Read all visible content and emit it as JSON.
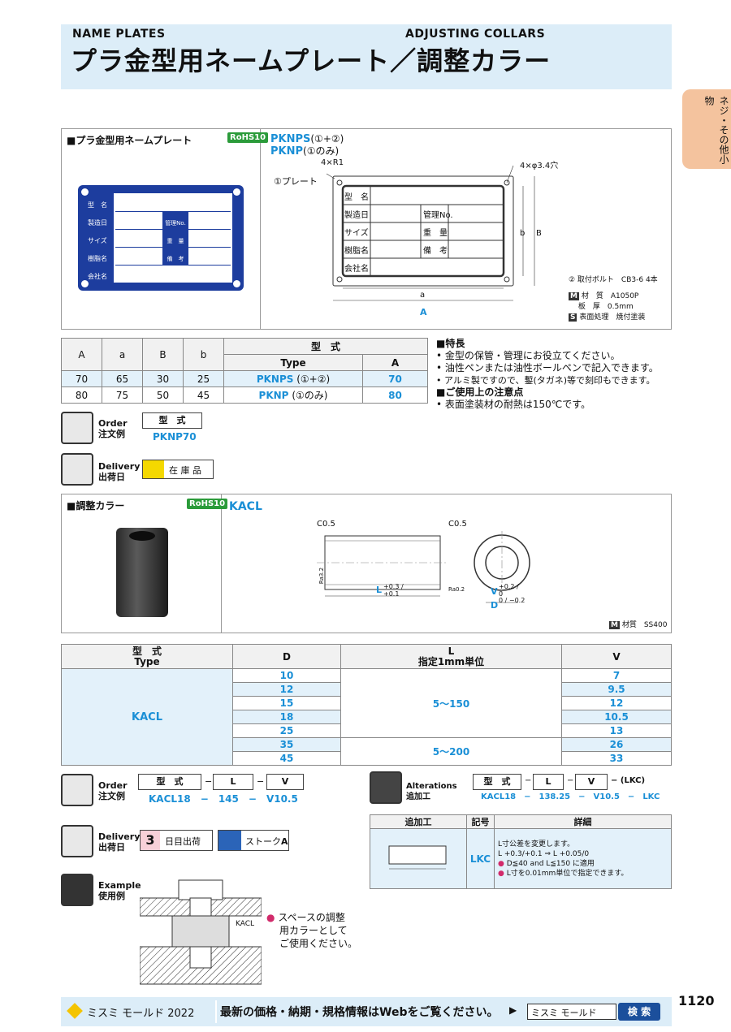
{
  "header": {
    "en_left": "NAME  PLATES",
    "en_right": "ADJUSTING  COLLARS",
    "title": "プラ金型用ネームプレート／調整カラー"
  },
  "side_tab": "ネジ・その他小物",
  "nameplate": {
    "section_title": "■プラ金型用ネームプレート",
    "rohs": "RoHS10",
    "code1": "PKNPS",
    "code1_sfx": "(①+②)",
    "code2": "PKNP",
    "code2_sfx": "(①のみ)",
    "plate_label": "①プレート",
    "r_label": "4×R1",
    "hole_label": "4×φ3.4穴",
    "fields_left": [
      "型　名",
      "製造日",
      "サイズ",
      "樹脂名",
      "会社名"
    ],
    "fields_right": [
      "管理No.",
      "重　量",
      "備　考"
    ],
    "dim_a": "a",
    "dim_A": "A",
    "dim_b": "b",
    "dim_B": "B",
    "bolt_note": "② 取付ボルト　CB3-6  4本",
    "spec": [
      {
        "k": "材　質",
        "v": "A1050P"
      },
      {
        "k": "板　厚",
        "v": "0.5mm"
      },
      {
        "k": "表面処理",
        "v": "焼付塗装"
      }
    ],
    "table": {
      "cols": [
        "A",
        "a",
        "B",
        "b"
      ],
      "type_hdr": "型　式",
      "type_sub": "Type",
      "a_hdr": "A",
      "rows": [
        {
          "v": [
            "70",
            "65",
            "30",
            "25"
          ],
          "type": "PKNPS",
          "sfx": "(①+②)",
          "A": "70"
        },
        {
          "v": [
            "80",
            "75",
            "50",
            "45"
          ],
          "type": "PKNP",
          "sfx": "(①のみ)",
          "A": "80"
        }
      ]
    },
    "features_title": "■特長",
    "features": [
      "金型の保管・管理にお役立てください。",
      "油性ペンまたは油性ボールペンで記入できます。",
      "アルミ製ですので、鏨(タガネ)等で刻印もできます。"
    ],
    "caution_title": "■ご使用上の注意点",
    "caution": [
      "表面塗装材の耐熱は150℃です。"
    ],
    "order_label": "Order",
    "order_jp": "注文例",
    "order_hdr": "型　式",
    "order_val": "PKNP70",
    "delivery_label": "Delivery",
    "delivery_jp": "出荷日",
    "stock": "在 庫 品"
  },
  "collar": {
    "section_title": "■調整カラー",
    "rohs": "RoHS10",
    "code": "KACL",
    "c_left": "C0.5",
    "c_right": "C0.5",
    "ra": "Ra3.2",
    "ra2": "Ra0.2",
    "L_label": "L",
    "L_tol": "+0.3 / +0.1",
    "V_label": "V",
    "V_tol": "+0.2 / 0",
    "D_label": "D",
    "D_tol": "0 / −0.2",
    "material": "材質　SS400",
    "table": {
      "type_hdr": "型　式",
      "type_sub": "Type",
      "D": "D",
      "L": "L",
      "L_sub": "指定1mm単位",
      "V": "V",
      "type": "KACL",
      "D_vals": [
        "10",
        "12",
        "15",
        "18",
        "25",
        "35",
        "45"
      ],
      "V_vals": [
        "7",
        "9.5",
        "12",
        "10.5",
        "13",
        "26",
        "33"
      ],
      "L_vals": [
        "5～150",
        "5～200"
      ]
    },
    "order_label": "Order",
    "order_jp": "注文例",
    "order_hdrs": [
      "型　式",
      "L",
      "V"
    ],
    "order_vals": [
      "KACL18",
      "145",
      "V10.5"
    ],
    "alt_label": "Alterations",
    "alt_jp": "追加工",
    "alt_hdrs": [
      "型　式",
      "L",
      "V",
      "(LKC)"
    ],
    "alt_vals": [
      "KACL18",
      "138.25",
      "V10.5",
      "LKC"
    ],
    "alt_table": {
      "h1": "追加工",
      "h2": "記号",
      "h3": "詳細",
      "code": "LKC",
      "d1": "L寸公差を変更します。",
      "d2": "L +0.3/+0.1 ⇒ L +0.05/0",
      "d3": "D≦40 and L≦150 に適用",
      "d4": "L寸を0.01mm単位で指定できます。"
    },
    "delivery_label": "Delivery",
    "delivery_jp": "出荷日",
    "days": "3",
    "days_txt": "日目出荷",
    "stock": "ストーク",
    "stock_grade": "A",
    "example_label": "Example",
    "example_jp": "使用例",
    "example_part": "KACL",
    "example_note": [
      "スペースの調整",
      "用カラーとして",
      "ご使用ください。"
    ]
  },
  "footer": {
    "brand": "ミスミ モールド 2022",
    "msg": "最新の価格・納期・規格情報はWebをご覧ください。",
    "search_box": "ミスミ モールド",
    "search_btn": "検 索"
  },
  "page_no": "1120"
}
